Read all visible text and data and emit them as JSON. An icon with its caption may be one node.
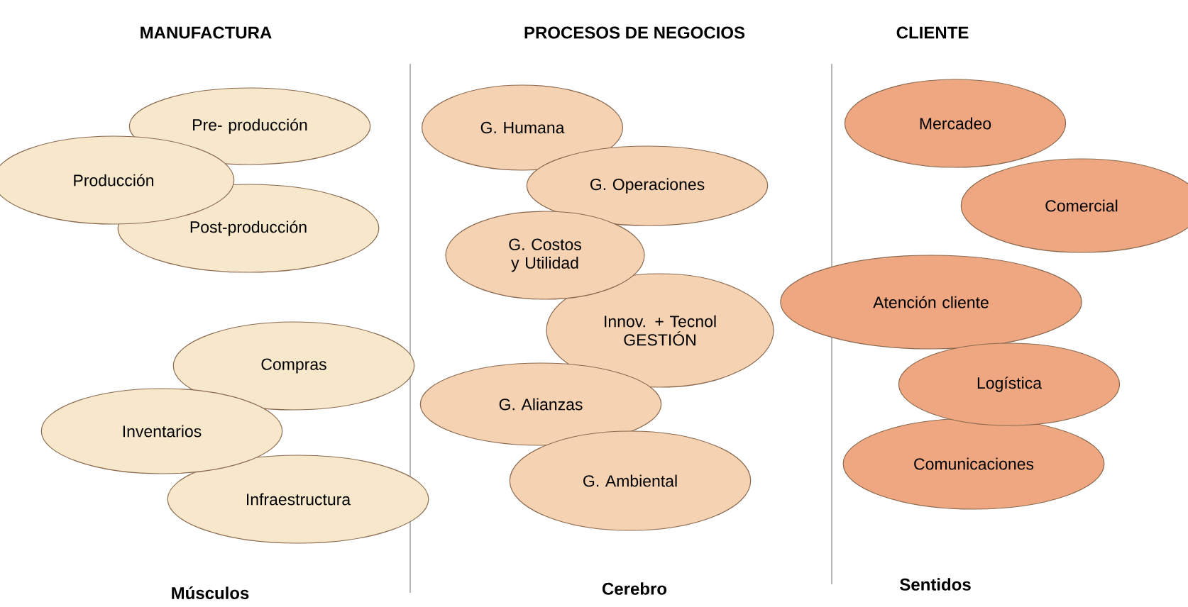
{
  "diagram": {
    "nodes": [
      {
        "text": [
          "Pre- producción"
        ]
      },
      {
        "text": [
          "Producción"
        ]
      },
      {
        "text": [
          "Post-producción"
        ]
      },
      {
        "text": [
          "Compras"
        ]
      },
      {
        "text": [
          "Inventarios"
        ]
      },
      {
        "text": [
          "Infraestructura"
        ]
      },
      {
        "text": [
          "G. Humana"
        ]
      },
      {
        "text": [
          "G. Operaciones"
        ]
      },
      {
        "text": [
          "G. Costos y Utilidad"
        ]
      },
      {
        "text": [
          "Innov. + Tecnol GESTIÓN"
        ]
      },
      {
        "text": [
          "G. Alianzas"
        ]
      },
      {
        "text": [
          "G. Ambiental"
        ]
      },
      {
        "text": [
          "Mercadeo"
        ]
      },
      {
        "text": [
          "Comercial"
        ]
      },
      {
        "text": [
          "Atención cliente"
        ]
      },
      {
        "text": [
          "Logística"
        ]
      },
      {
        "text": [
          "Comunicaciones"
        ]
      }
    ],
    "labels": [
      "MANUFACTURA",
      "PROCESOS DE NEGOCIOS",
      "CLIENTE",
      "Músculos",
      "Cerebro",
      "Sentidos"
    ]
  }
}
